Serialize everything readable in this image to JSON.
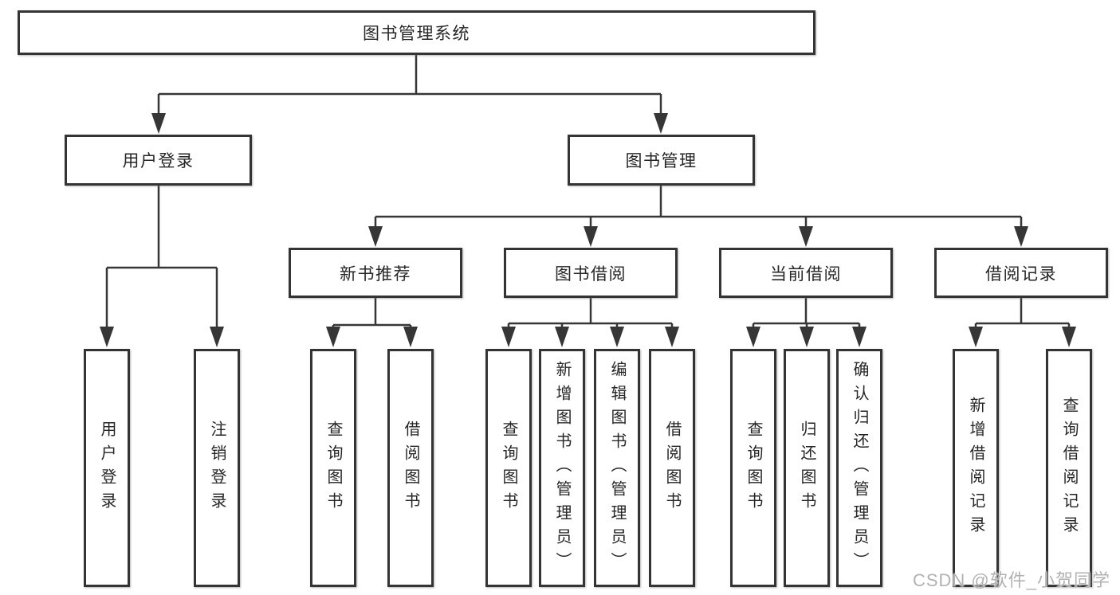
{
  "diagram": {
    "root": {
      "label": "图书管理系统"
    },
    "level2": [
      {
        "label": "用户登录"
      },
      {
        "label": "图书管理"
      }
    ],
    "level3": [
      {
        "label": "新书推荐",
        "parent": "图书管理"
      },
      {
        "label": "图书借阅",
        "parent": "图书管理"
      },
      {
        "label": "当前借阅",
        "parent": "图书管理"
      },
      {
        "label": "借阅记录",
        "parent": "图书管理"
      }
    ],
    "leaves": [
      {
        "label": "用户登录",
        "parent": "用户登录"
      },
      {
        "label": "注销登录",
        "parent": "用户登录"
      },
      {
        "label": "查询图书",
        "parent": "新书推荐"
      },
      {
        "label": "借阅图书",
        "parent": "新书推荐"
      },
      {
        "label": "查询图书",
        "parent": "图书借阅"
      },
      {
        "label": "新增图书（管理员）",
        "parent": "图书借阅"
      },
      {
        "label": "编辑图书（管理员）",
        "parent": "图书借阅"
      },
      {
        "label": "借阅图书",
        "parent": "图书借阅"
      },
      {
        "label": "查询图书",
        "parent": "当前借阅"
      },
      {
        "label": "归还图书",
        "parent": "当前借阅"
      },
      {
        "label": "确认归还（管理员）",
        "parent": "当前借阅"
      },
      {
        "label": "新增借阅记录",
        "parent": "借阅记录"
      },
      {
        "label": "查询借阅记录",
        "parent": "借阅记录"
      }
    ]
  },
  "colors": {
    "line": "#363636",
    "border": "#343434",
    "text": "#262626",
    "watermark": "#b2b2b2"
  },
  "watermark": {
    "text": "CSDN @软件_小贺同学"
  }
}
